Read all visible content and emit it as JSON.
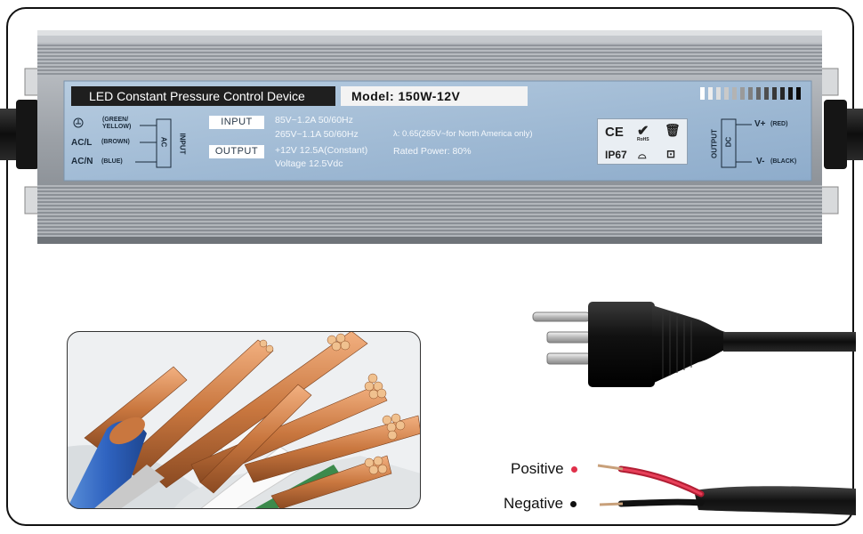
{
  "device": {
    "title": "LED Constant Pressure Control Device",
    "model": "Model:  150W-12V",
    "ground_label": "(GREEN/ YELLOW)",
    "acl_label": "AC/L",
    "acl_color": "(BROWN)",
    "acn_label": "AC/N",
    "acn_color": "(BLUE)",
    "ac_tag": "AC",
    "input_vertical": "INPUT",
    "input_tag": "INPUT",
    "input_line1": "85V~1.2A 50/60Hz",
    "input_line2": "265V~1.1A 50/60Hz",
    "output_tag": "OUTPUT",
    "output_line1": "+12V 12.5A(Constant)",
    "output_line2": "Voltage 12.5Vdc",
    "pf": "λ: 0.65(265V~for North America only)",
    "rated": "Rated Power: 80%",
    "cert_ce": "CE",
    "cert_rohs": "RoHS",
    "cert_ip": "IP67",
    "output_vertical": "OUTPUT",
    "dc_tag": "DC",
    "vplus": "V+",
    "vplus_color": "(RED)",
    "vminus": "V-",
    "vminus_color": "(BLACK)"
  },
  "legend": {
    "positive": "Positive",
    "negative": "Negative",
    "positive_color": "#e0304a",
    "negative_color": "#111111"
  },
  "colors": {
    "label_bg": "#a9c1d9",
    "housing": "#9aa0a6",
    "copper": "#c9773f"
  }
}
